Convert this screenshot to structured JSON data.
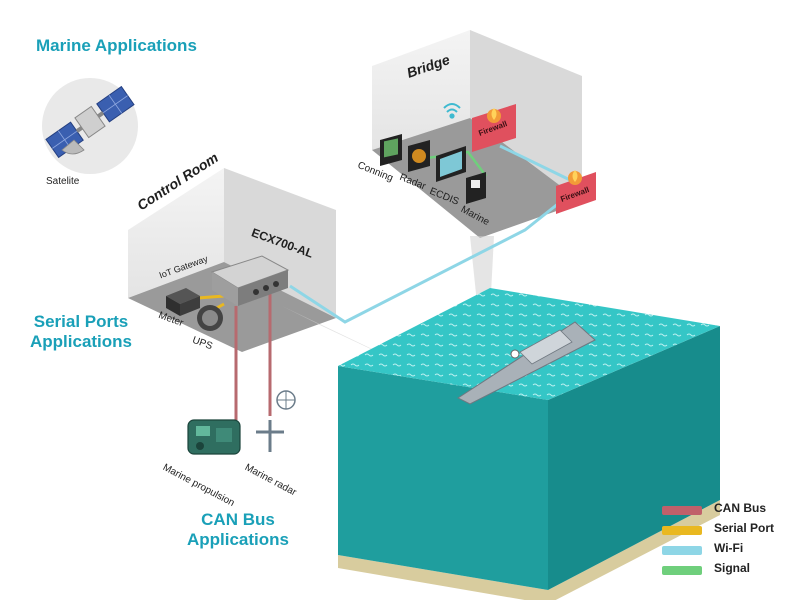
{
  "titles": {
    "marine_applications": "Marine Applications",
    "serial_ports_line1": "Serial Ports",
    "serial_ports_line2": "Applications",
    "can_bus_line1": "CAN Bus",
    "can_bus_line2": "Applications"
  },
  "rooms": {
    "bridge": "Bridge",
    "control_room": "Control Room"
  },
  "devices": {
    "satellite": "Satelite",
    "iot_gateway": "IoT Gateway",
    "ecx": "ECX700-AL",
    "meter": "Meter",
    "ups": "UPS",
    "marine_propulsion": "Marine propulsion",
    "marine_radar": "Marine radar",
    "conning": "Conning",
    "radar": "Radar",
    "ecdis": "ECDIS",
    "marine": "Marine",
    "firewall": "Firewall"
  },
  "legend": [
    {
      "label": "CAN Bus",
      "color": "#c0606a"
    },
    {
      "label": "Serial Port",
      "color": "#e9b820"
    },
    {
      "label": "Wi-Fi",
      "color": "#8ed6e6"
    },
    {
      "label": "Signal",
      "color": "#6fcf7c"
    }
  ],
  "colors": {
    "accent": "#1aa0b8",
    "water_top": "#2ec4c4",
    "water_side": "#1f9e9e",
    "firewall": "#e0505e"
  }
}
